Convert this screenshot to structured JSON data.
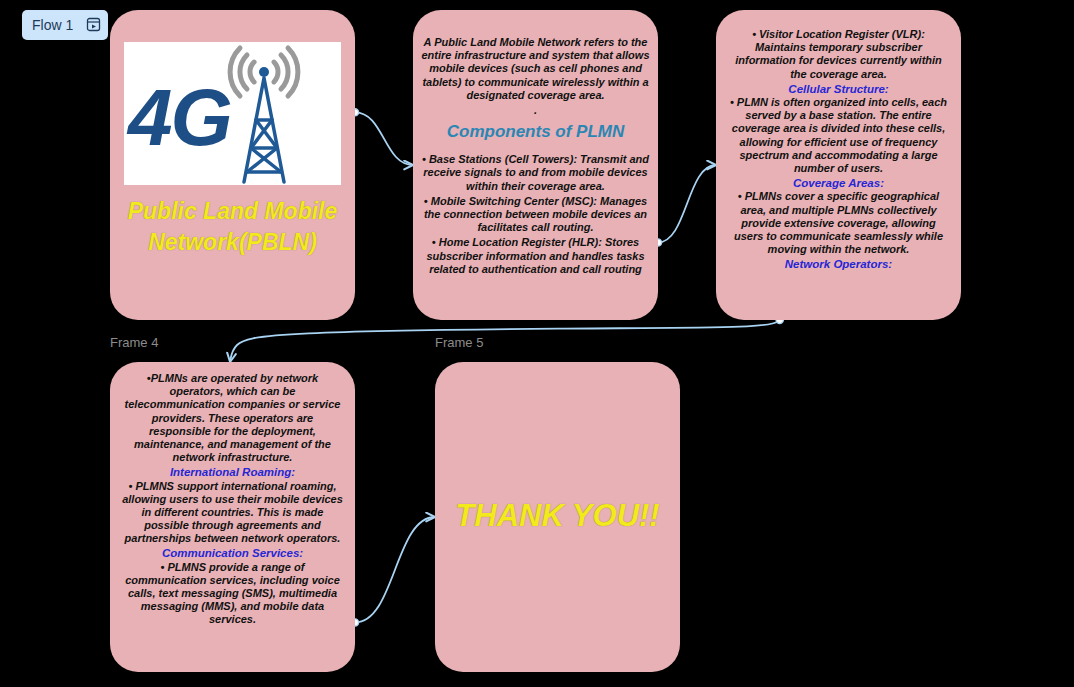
{
  "diagram": {
    "nodes": [
      {
        "text": [
          "Public Land Mobile Network(PBLN)"
        ]
      },
      {
        "text": [
          "A Public Land Mobile Network refers to the entire infrastructure and system that allows mobile devices (such as cell phones and tablets) to communicate wirelessly within a designated coverage area.",
          ".",
          "Components of PLMN",
          "• Base Stations (Cell Towers): Transmit and receive signals to and from mobile devices within their coverage area.",
          "• Mobile Switching Center (MSC): Manages the connection between mobile devices an facilitates call routing.",
          "• Home Location Register (HLR): Stores subscriber information and handles tasks related to authentication and call routing"
        ]
      },
      {
        "text": [
          "• Visitor Location Register (VLR): Maintains temporary subscriber information for devices currently within the coverage area.",
          "Cellular Structure:",
          "• PLMN is often organized into cells, each served by a base station. The entire coverage area is divided into these cells, allowing for efficient use of frequency spectrum and accommodating a large number of users.",
          "Coverage Areas:",
          "• PLMNs cover a specific geographical area, and multiple PLMNs collectively provide extensive coverage, allowing users to communicate seamlessly while moving within the network.",
          "Network Operators:"
        ]
      },
      {
        "text": [
          "•PLMNs are operated by network operators, which can be telecommunication companies or service providers. These operators are responsible for the deployment, maintenance, and management of the network infrastructure.",
          "International Roaming:",
          "• PLMNS support international roaming, allowing users to use their mobile devices in different countries. This is made possible through agreements and partnerships between network operators.",
          "Communication Services:",
          "• PLMNS provide a range of communication services, including voice calls, text messaging (SMS), multimedia messaging (MMS), and mobile data services."
        ]
      },
      {
        "text": [
          "THANK YOU!!"
        ]
      }
    ],
    "edges": [
      {
        "from": 0,
        "to": 1,
        "arrow": "to"
      },
      {
        "from": 1,
        "to": 2,
        "arrow": "to"
      },
      {
        "from": 2,
        "to": 3,
        "arrow": "to"
      },
      {
        "from": 3,
        "to": 4,
        "arrow": "to"
      }
    ],
    "labels": [
      "Flow 1",
      "4G",
      "Frame 4",
      "Frame 5"
    ]
  }
}
